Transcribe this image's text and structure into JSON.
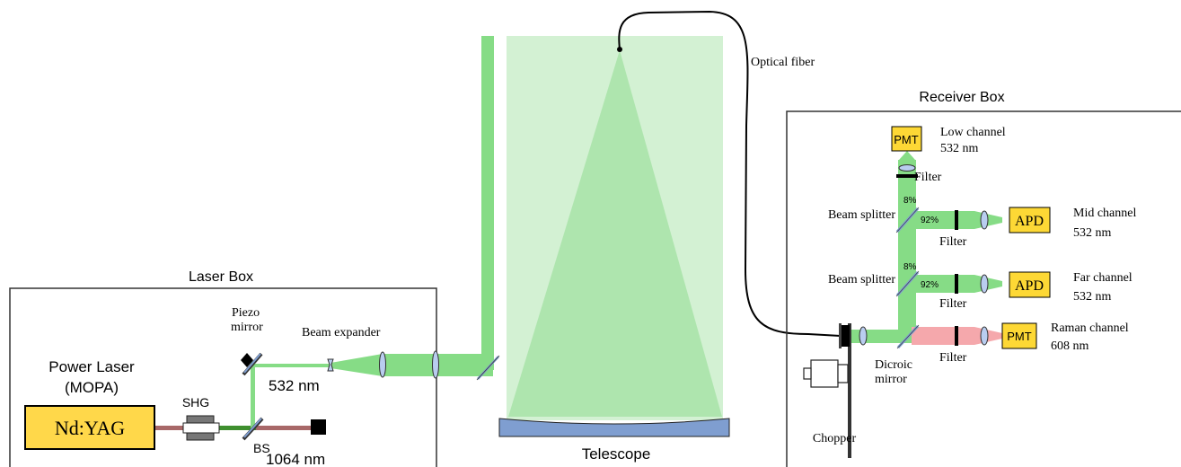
{
  "boxes": {
    "laser_box": "Laser Box",
    "receiver_box": "Receiver Box"
  },
  "laser": {
    "power_laser_line1": "Power Laser",
    "power_laser_line2": "(MOPA)",
    "nd_yag": "Nd:YAG",
    "shg": "SHG",
    "bs": "BS",
    "wavelength_1064": "1064 nm",
    "wavelength_532": "532 nm",
    "piezo_line1": "Piezo",
    "piezo_line2": "mirror",
    "beam_expander": "Beam expander"
  },
  "telescope": {
    "label": "Telescope",
    "optical_fiber": "Optical fiber"
  },
  "receiver": {
    "pmt": "PMT",
    "apd": "APD",
    "filter": "Filter",
    "beam_splitter": "Beam splitter",
    "pct_8": "8%",
    "pct_92": "92%",
    "dicroic_line1": "Dicroic",
    "dicroic_line2": "mirror",
    "chopper": "Chopper",
    "channels": [
      {
        "name": "Low channel",
        "wavelength": "532 nm"
      },
      {
        "name": "Mid channel",
        "wavelength": "532 nm"
      },
      {
        "name": "Far channel",
        "wavelength": "532 nm"
      },
      {
        "name": "Raman channel",
        "wavelength": "608 nm"
      }
    ]
  },
  "colors": {
    "green_beam": "#86dc86",
    "dark_green_beam": "#3f8f2f",
    "ir_beam": "#a86868",
    "raman_beam": "#f5a8ac",
    "detector_fill": "#fdd835",
    "telescope_bg": "#d3f1d3",
    "telescope_cone": "#aee5ae",
    "mirror_blue": "#7f9ed0"
  }
}
